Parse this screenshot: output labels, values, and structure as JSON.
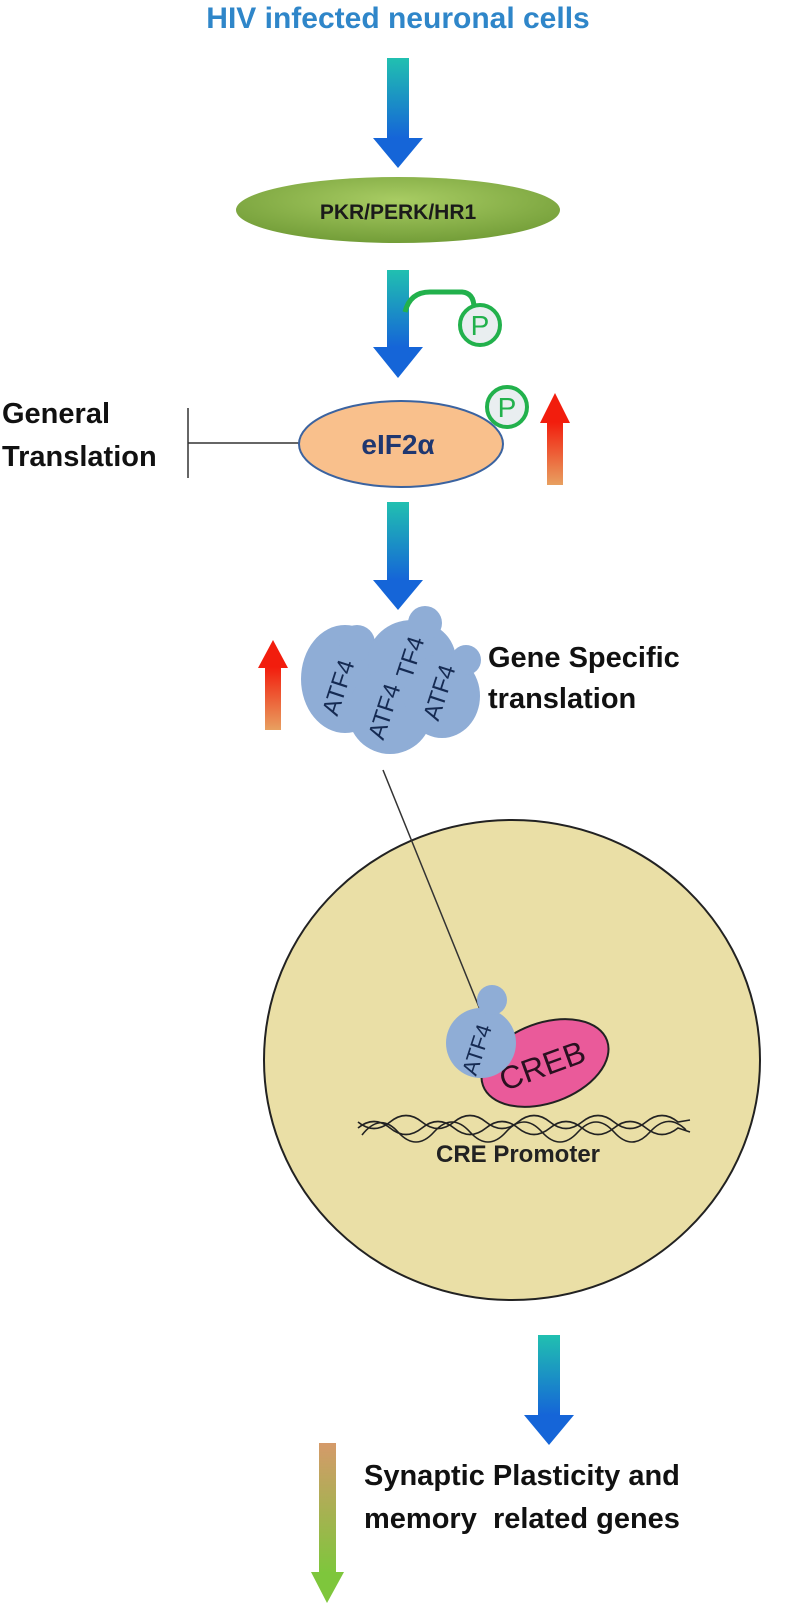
{
  "title": "HIV infected neuronal cells",
  "kinases": {
    "label": "PKR/PERK/HR1"
  },
  "phospho": {
    "symbol": "P"
  },
  "eif2a": {
    "label": "eIF2α"
  },
  "general_translation": {
    "line1": "General",
    "line2": "Translation"
  },
  "atf4_cluster": {
    "labels": [
      "ATF4",
      "ATF4",
      "TF4",
      "ATF4"
    ]
  },
  "gene_specific": {
    "line1": "Gene Specific",
    "line2": "translation"
  },
  "nucleus": {
    "atf4_label": "ATF4",
    "creb_label": "CREB",
    "promoter_label": "CRE Promoter"
  },
  "output": {
    "line1": "Synaptic Plasticity and",
    "line2": "memory  related genes"
  },
  "colors": {
    "title": "#2f86c9",
    "kinase_fill": "#8fb74a",
    "eif2a_fill": "#f9c08c",
    "atf4_fill": "#8fadd6",
    "nucleus_fill": "#eadfa6",
    "creb_fill": "#ea5a9a",
    "phospho_stroke": "#22b14c",
    "arrow_top": "#21c0b0",
    "arrow_bottom": "#1565d8",
    "up_arrow_top": "#f21d0d",
    "up_arrow_bottom": "#e8a060",
    "down_arrow_top": "#d59a6a",
    "down_arrow_bottom": "#7ec63c"
  }
}
